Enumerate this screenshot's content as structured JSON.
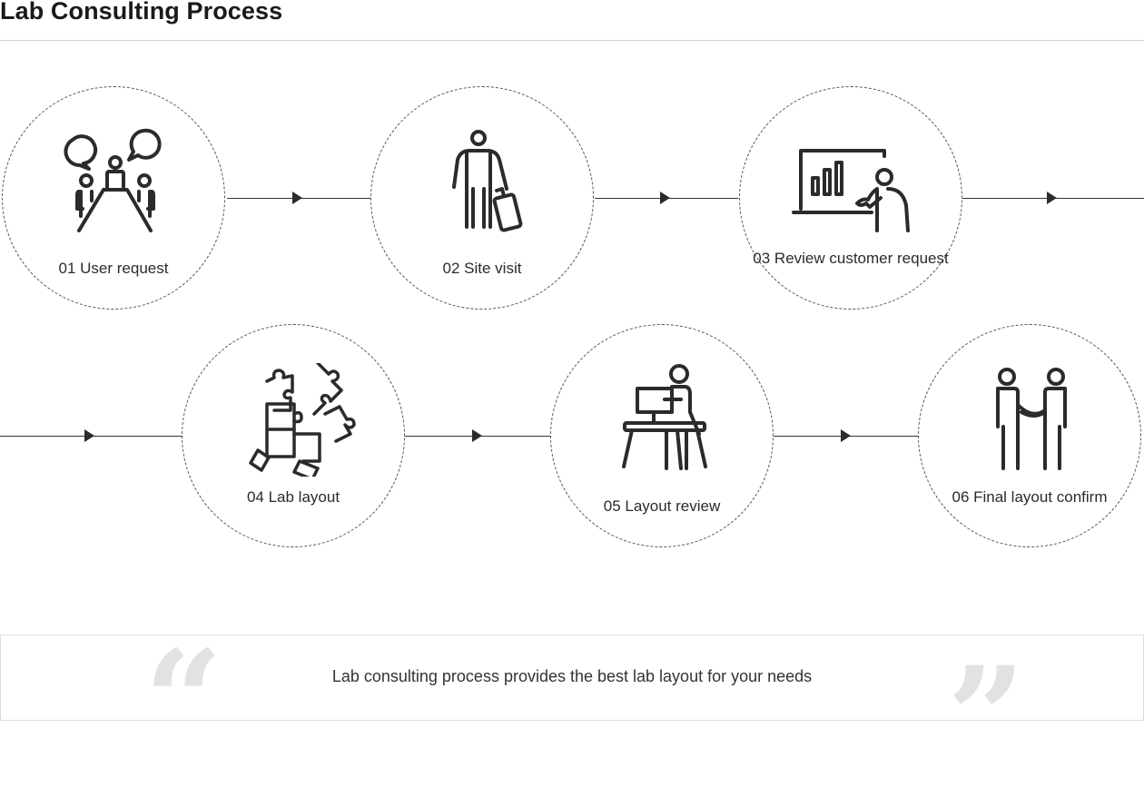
{
  "title": "Lab Consulting Process",
  "accent_color": "#2b2b2b",
  "steps": [
    {
      "number": "01",
      "label": "01 User request",
      "icon": "meeting-icon"
    },
    {
      "number": "02",
      "label": "02 Site visit",
      "icon": "traveler-icon"
    },
    {
      "number": "03",
      "label": "03 Review customer request",
      "icon": "presentation-icon"
    },
    {
      "number": "04",
      "label": "04 Lab layout",
      "icon": "puzzle-icon"
    },
    {
      "number": "05",
      "label": "05 Layout review",
      "icon": "desk-worker-icon"
    },
    {
      "number": "06",
      "label": "06 Final layout confirm",
      "icon": "handshake-icon"
    }
  ],
  "footer": {
    "text": "Lab consulting process provides the best lab layout for your needs",
    "open_quote": "“",
    "close_quote": "”"
  }
}
